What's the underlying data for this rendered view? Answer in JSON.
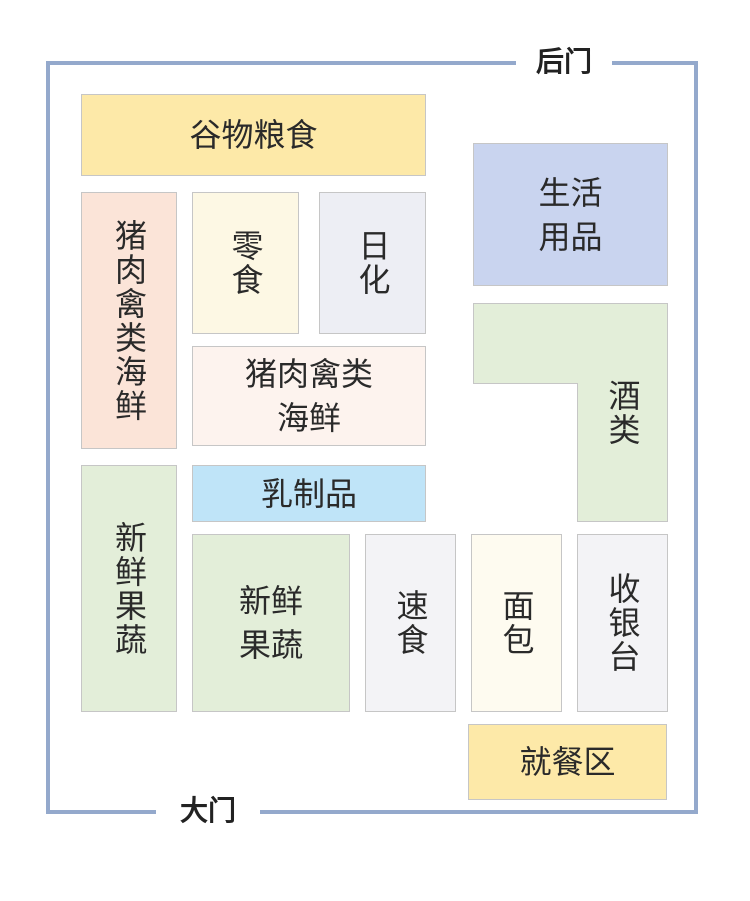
{
  "doors": {
    "back": "后门",
    "main": "大门"
  },
  "zones": {
    "grains": "谷物粮食",
    "meat_left": "猪肉禽类海鲜",
    "snacks": "零食",
    "daily": "日化",
    "meat_center": "猪肉禽类\n海鲜",
    "dairy": "乳制品",
    "produce_left": "新鲜果蔬",
    "produce_center": "新鲜\n果蔬",
    "fast_food": "速食",
    "bread": "面包",
    "cashier": "收银台",
    "household": "生活\n用品",
    "liquor": "酒类",
    "dining": "就餐区"
  },
  "colors": {
    "wall": "#94a9cc",
    "yellow": "#fde9a8",
    "green": "#e3eed9",
    "blue": "#bfe4f8",
    "lilac": "#c9d4ef",
    "pink": "#fbe4d8"
  }
}
